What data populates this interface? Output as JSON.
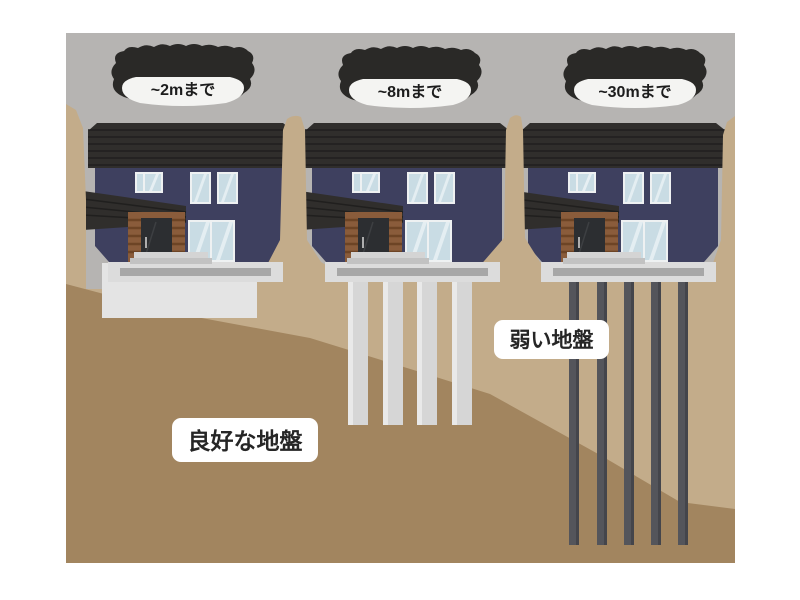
{
  "illustration": {
    "description": "foundation-depth-comparison-diagram",
    "background_color": "#b6b4b2",
    "callouts": [
      {
        "depth_label": "~2mまで"
      },
      {
        "depth_label": "~8mまで"
      },
      {
        "depth_label": "~30mまで"
      }
    ],
    "ground_labels": {
      "good": "良好な地盤",
      "weak": "弱い地盤"
    },
    "foundations": [
      {
        "type": "surface-improvement-block",
        "pile_count": 0
      },
      {
        "type": "columnar-improvement-piles",
        "pile_count": 4
      },
      {
        "type": "steel-pipe-piles",
        "pile_count": 5
      }
    ],
    "colors": {
      "soil_light": "#c3ac8a",
      "soil_firm": "#a2855f",
      "house_wall": "#3e405f",
      "roof": "#302e2c",
      "wood": "#8a5c3b",
      "concrete": "#dcdcdc",
      "steel_pile": "#54555b",
      "callout_black": "#2a2927"
    }
  }
}
